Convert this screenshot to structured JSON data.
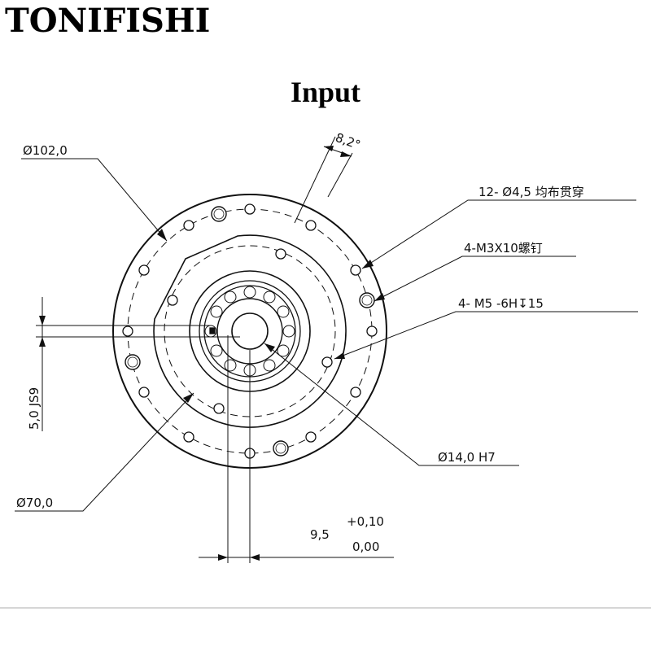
{
  "brand": "TONIFISHI",
  "title": "Input",
  "dimensions": {
    "outer_diameter": "Ø102,0",
    "angle": "8,2°",
    "through_holes": "12-  Ø4,5  均布贯穿",
    "screws": "4-M3X10螺钉",
    "threads": "4-  M5  -6H↧15",
    "keyway_width": "5,0  JS9",
    "bore": "Ø14,0  H7",
    "pitch_diameter": "Ø70,0",
    "key_depth": "9,5",
    "tol_upper": "+0,10",
    "tol_lower": "0,00"
  }
}
